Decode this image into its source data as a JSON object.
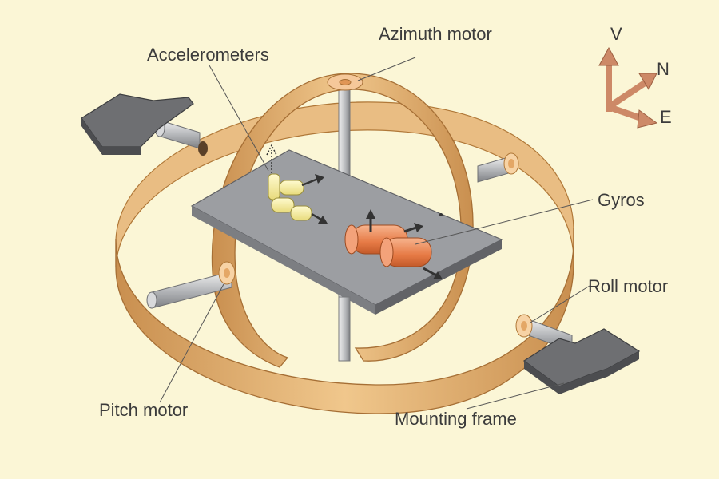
{
  "labels": {
    "azimuth_motor": "Azimuth motor",
    "accelerometers": "Accelerometers",
    "gyros": "Gyros",
    "roll_motor": "Roll motor",
    "pitch_motor": "Pitch motor",
    "mounting_frame": "Mounting frame"
  },
  "compass": {
    "v": "V",
    "n": "N",
    "e": "E"
  },
  "colors": {
    "background": "#fbf6d6",
    "ring": "#d9a466",
    "ring_inner": "#f4d7a6",
    "platform": "#9fa1a6",
    "frame": "#6f6f72",
    "gyro": "#e88656",
    "accelerometer": "#f3eda0",
    "arrow": "#cd8967"
  }
}
